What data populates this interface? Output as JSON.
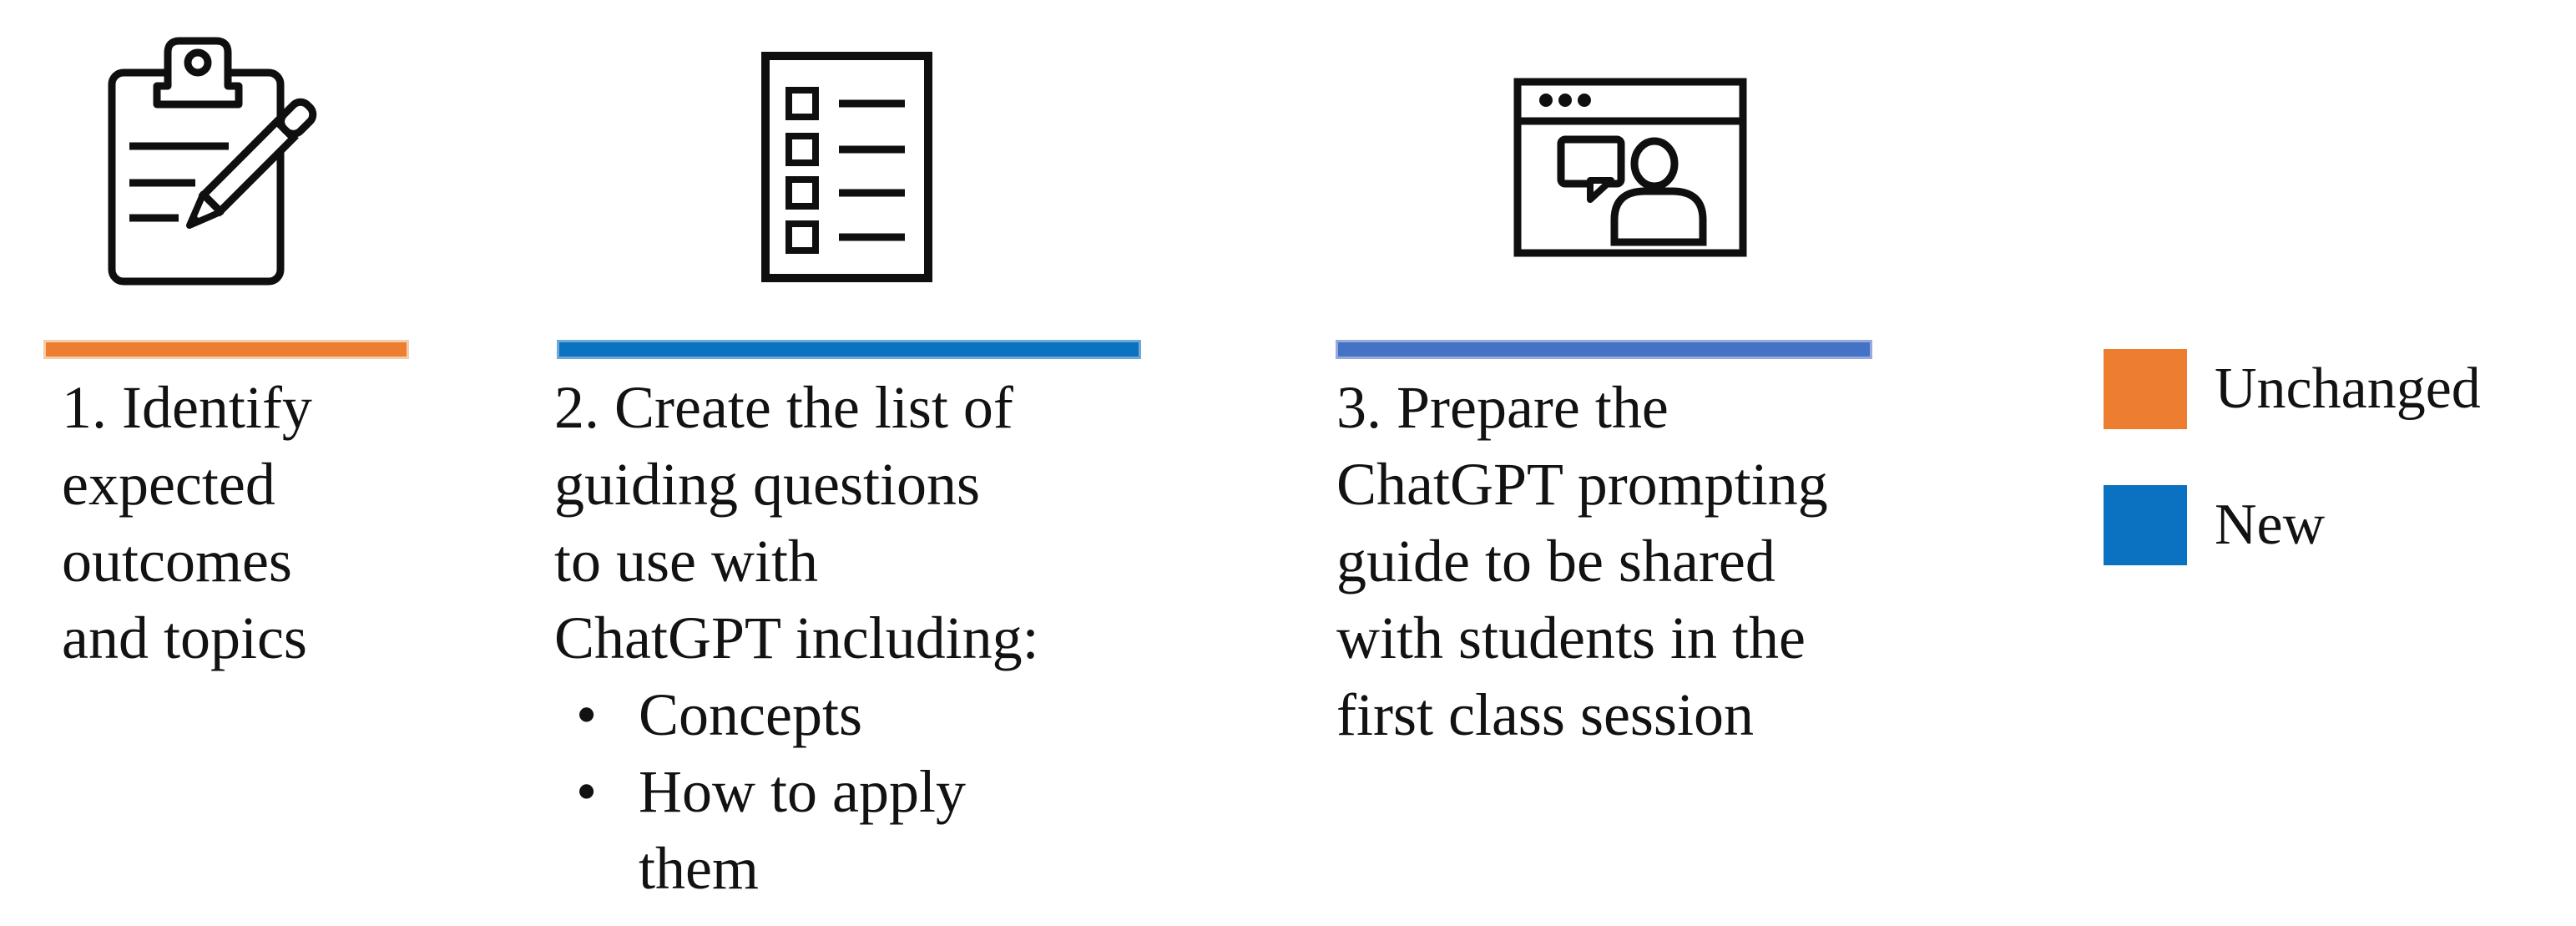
{
  "diagram": {
    "steps": [
      {
        "icon": "clipboard-pencil-icon",
        "bar_color": "#ED7D31",
        "bar_style": "background:#ED7D31;border:3px solid #F5CDA8",
        "text_lines": [
          "1. Identify",
          "expected",
          "outcomes",
          "and topics"
        ]
      },
      {
        "icon": "checklist-icon",
        "bar_color": "#0B71C1",
        "bar_style": "background:#0B71C1;border:3px solid #6FA9DC",
        "text_lines": [
          "2. Create the list of",
          "guiding questions",
          "to use with",
          "ChatGPT including:"
        ],
        "bullet_char": "•",
        "bullets": [
          [
            "Concepts"
          ],
          [
            "How to apply",
            "them"
          ]
        ]
      },
      {
        "icon": "browser-chat-icon",
        "bar_color": "#4472C4",
        "bar_style": "background:#4472C4;border:3px solid #98A9DD",
        "text_lines": [
          "3. Prepare the",
          "ChatGPT prompting",
          "guide to be shared",
          "with students in the",
          "first class session"
        ]
      }
    ],
    "legend": [
      {
        "label": "Unchanged",
        "color": "#ED7D31",
        "swatch_style": "background:#ED7D31"
      },
      {
        "label": "New",
        "color": "#0B71C1",
        "swatch_style": "background:#0B71C1"
      }
    ]
  }
}
